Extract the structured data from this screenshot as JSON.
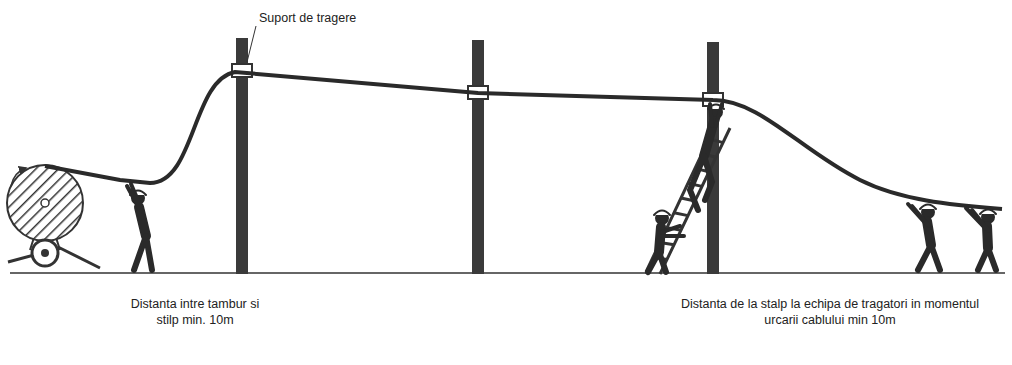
{
  "diagram": {
    "labels": [
      "Suport de tragere",
      "Distanta intre tambur si stilp min. 10m",
      "Distanta de la stalp la echipa de tragatori in momentul urcarii cablului min 10m"
    ]
  }
}
